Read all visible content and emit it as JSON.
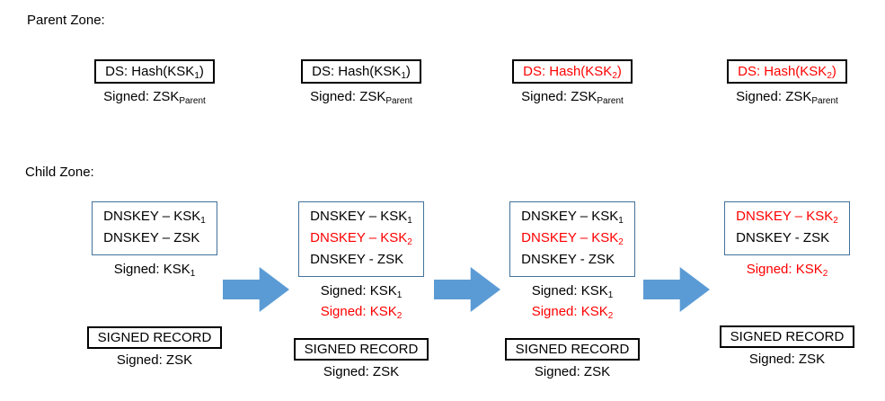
{
  "colors": {
    "red": "#FF0000",
    "black": "#000000",
    "dnskey_box_border": "#41719C",
    "arrow_fill": "#5B9BD5",
    "record_box_border": "#000000"
  },
  "parent_zone": {
    "label": "Parent Zone:",
    "stages": [
      {
        "ds": {
          "pre": "DS: Hash(KSK",
          "sub": "1",
          "post": ")",
          "color": "black"
        },
        "signed": {
          "pre": "Signed: ZSK",
          "sub": "Parent"
        }
      },
      {
        "ds": {
          "pre": "DS: Hash(KSK",
          "sub": "1",
          "post": ")",
          "color": "black"
        },
        "signed": {
          "pre": "Signed: ZSK",
          "sub": "Parent"
        }
      },
      {
        "ds": {
          "pre": "DS: Hash(KSK",
          "sub": "2",
          "post": ")",
          "color": "red"
        },
        "signed": {
          "pre": "Signed: ZSK",
          "sub": "Parent"
        }
      },
      {
        "ds": {
          "pre": "DS: Hash(KSK",
          "sub": "2",
          "post": ")",
          "color": "red"
        },
        "signed": {
          "pre": "Signed: ZSK",
          "sub": "Parent"
        }
      }
    ]
  },
  "child_zone": {
    "label": "Child Zone:",
    "stages": [
      {
        "keys": [
          {
            "pre": "DNSKEY – KSK",
            "sub": "1",
            "color": "black"
          },
          {
            "pre": "DNSKEY – ZSK",
            "sub": "",
            "color": "black"
          }
        ],
        "signed": [
          {
            "pre": "Signed: KSK",
            "sub": "1",
            "color": "black"
          }
        ],
        "record": {
          "title": "SIGNED RECORD",
          "signed": "Signed: ZSK"
        }
      },
      {
        "keys": [
          {
            "pre": "DNSKEY – KSK",
            "sub": "1",
            "color": "black"
          },
          {
            "pre": "DNSKEY – KSK",
            "sub": "2",
            "color": "red"
          },
          {
            "pre": "DNSKEY - ZSK",
            "sub": "",
            "color": "black"
          }
        ],
        "signed": [
          {
            "pre": "Signed: KSK",
            "sub": "1",
            "color": "black"
          },
          {
            "pre": "Signed: KSK",
            "sub": "2",
            "color": "red"
          }
        ],
        "record": {
          "title": "SIGNED RECORD",
          "signed": "Signed: ZSK"
        }
      },
      {
        "keys": [
          {
            "pre": "DNSKEY – KSK",
            "sub": "1",
            "color": "black"
          },
          {
            "pre": "DNSKEY – KSK",
            "sub": "2",
            "color": "red"
          },
          {
            "pre": "DNSKEY - ZSK",
            "sub": "",
            "color": "black"
          }
        ],
        "signed": [
          {
            "pre": "Signed: KSK",
            "sub": "1",
            "color": "black"
          },
          {
            "pre": "Signed: KSK",
            "sub": "2",
            "color": "red"
          }
        ],
        "record": {
          "title": "SIGNED RECORD",
          "signed": "Signed: ZSK"
        }
      },
      {
        "keys": [
          {
            "pre": "DNSKEY – KSK",
            "sub": "2",
            "color": "red"
          },
          {
            "pre": "DNSKEY - ZSK",
            "sub": "",
            "color": "black"
          }
        ],
        "signed": [
          {
            "pre": "Signed: KSK",
            "sub": "2",
            "color": "red"
          }
        ],
        "record": {
          "title": "SIGNED RECORD",
          "signed": "Signed: ZSK"
        }
      }
    ]
  }
}
